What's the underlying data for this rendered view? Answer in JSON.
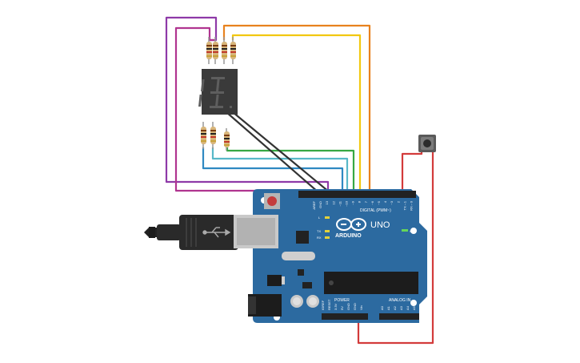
{
  "board": {
    "brand": "ARDUINO",
    "model": "UNO",
    "digital_label": "DIGITAL (PWM~)",
    "analog_label": "ANALOG IN",
    "power_label": "POWER",
    "on_label": "ON",
    "l_label": "L",
    "tx_label": "TX",
    "rx_label": "RX",
    "top_pins": [
      "AREF",
      "GND",
      "13",
      "12",
      "~11",
      "~10",
      "~9",
      "8",
      "7",
      "~6",
      "~5",
      "4",
      "~3",
      "2",
      "TX→1",
      "RX←0"
    ],
    "power_pins": [
      "IOREF",
      "RESET",
      "3.3V",
      "5V",
      "GND",
      "GND",
      "Vin"
    ],
    "analog_pins": [
      "A0",
      "A1",
      "A2",
      "A3",
      "A4",
      "A5"
    ]
  },
  "display": {
    "digit": "8."
  },
  "wires": {
    "colors": {
      "purple": "#8e3aa8",
      "magenta": "#b03590",
      "orange": "#e8821e",
      "yellow": "#f2c811",
      "green": "#37a843",
      "teal": "#58b8c8",
      "blue": "#2f89c2",
      "dark": "#333333",
      "red": "#d33b3b"
    }
  }
}
